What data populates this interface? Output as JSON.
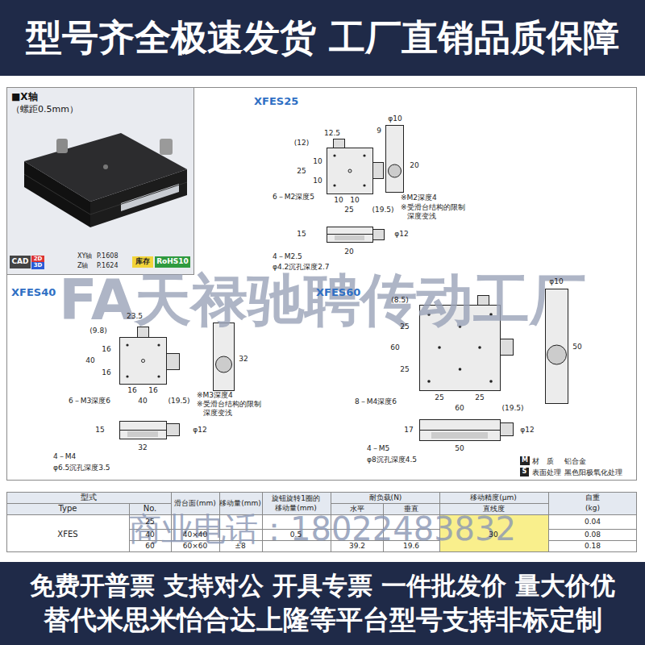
{
  "diagram": {
    "nodes": [
      {
        "text": [
          "型号齐全极速发货 工厂直销品质保障"
        ]
      },
      {
        "text": [
          "■X轴",
          "（螺距0.5mm）"
        ]
      },
      {
        "text": [
          "CAD"
        ],
        "in": 1
      },
      {
        "text": [
          "2D"
        ],
        "in": 1
      },
      {
        "text": [
          "3D"
        ],
        "in": 1
      },
      {
        "text": [
          "库存"
        ],
        "in": 1
      },
      {
        "text": [
          "RoHS10"
        ],
        "in": 1
      },
      {
        "text": [
          "M"
        ]
      },
      {
        "text": [
          "S"
        ]
      },
      {
        "text": [
          "免费开普票 支持对公 开具专票 一件批发价 量大价优",
          "替代米思米怡合达上隆等平台型号支持非标定制"
        ]
      }
    ],
    "labels": [
      "XFES25",
      "12.5",
      "φ10",
      "9",
      "(12)",
      "25",
      "10",
      "10",
      "20",
      "10",
      "10",
      "25",
      "(19.5)",
      "6－M2深度5",
      "※M2深度4",
      "※受滑台结构的限制",
      "深度变浅",
      "15",
      "φ12",
      "20",
      "4－M2.5",
      "φ4.2沉孔深度2.7",
      "XFES40",
      "23.5",
      "(9.8)",
      "40",
      "16",
      "16",
      "32",
      "16",
      "16",
      "40",
      "(19.5)",
      "6－M3深度6",
      "※M3深度4",
      "※受滑台结构的限制",
      "深度变浅",
      "15",
      "φ12",
      "32",
      "4－M4",
      "φ6.5沉孔深度3.5",
      "XFES60",
      "(8.5)",
      "φ10",
      "25",
      "60",
      "25",
      "50",
      "25",
      "25",
      "60",
      "(19.5)",
      "8－M4深度6",
      "17",
      "φ12",
      "50",
      "4－M5",
      "φ8沉孔深度4.5",
      "材　质",
      "铝合金",
      "表面处理",
      "黑色阳极氧化处理",
      "XY轴",
      "P.1608",
      "Z轴",
      "P.1624",
      "型式",
      "Type",
      "No.",
      "滑台面(mm)",
      "移动量(mm)",
      "旋钮旋转1圈的",
      "移动量(mm)",
      "耐负载(N)",
      "水平",
      "垂直",
      "移动精度(μm)",
      "直线度",
      "自重",
      "(kg)",
      "XFES",
      "25",
      "40",
      "60",
      "40×40",
      "60×60",
      "±8",
      "0.5",
      "39.2",
      "19.6",
      "30",
      "0.04",
      "0.08",
      "0.18",
      "FA天禄驰聘传动工厂",
      "商业电话：18022483832"
    ]
  }
}
